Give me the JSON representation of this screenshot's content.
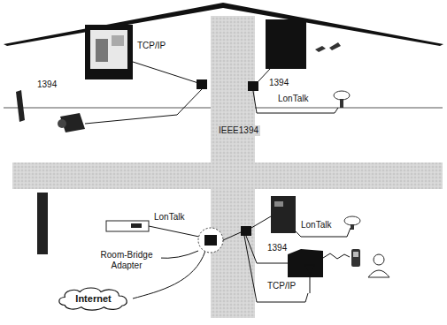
{
  "diagram": {
    "nodes": [
      {
        "text": [
          "Internet"
        ]
      }
    ],
    "labels": [
      "TCP/IP",
      "1394",
      "1394",
      "LonTalk",
      "IEEE1394",
      "LonTalk",
      "LonTalk",
      "Room-Bridge Adapter",
      "1394",
      "TCP/IP"
    ]
  }
}
